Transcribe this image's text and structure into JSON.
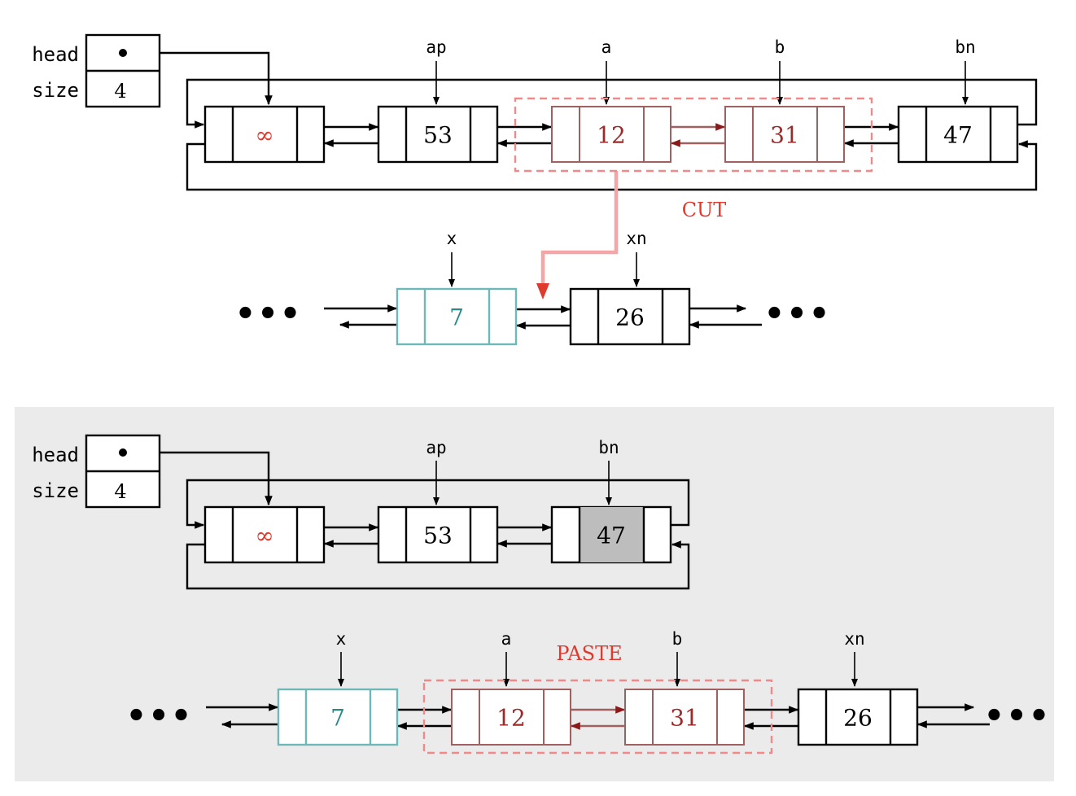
{
  "colors": {
    "black": "#000000",
    "cut_node": "#a06060",
    "cut_text": "#9b2b2b",
    "teal": "#6fb8b8",
    "teal_text": "#2a8a8a",
    "dash": "#ee8a8a",
    "label_red": "#e03a2e",
    "inf_red": "#e03a2e",
    "move_arrow": "#f4a6a6",
    "panel_bg": "#ebebeb",
    "highlight_fill": "#bdbdbd"
  },
  "top": {
    "header": {
      "head_label": "head",
      "size_label": "size",
      "size_value": "4"
    },
    "nodes": [
      {
        "id": "sentinel",
        "value": "∞",
        "pointer": ""
      },
      {
        "id": "ap",
        "value": "53",
        "pointer": "ap"
      },
      {
        "id": "a",
        "value": "12",
        "pointer": "a"
      },
      {
        "id": "b",
        "value": "31",
        "pointer": "b"
      },
      {
        "id": "bn",
        "value": "47",
        "pointer": "bn"
      }
    ],
    "cut_label": "CUT",
    "target": {
      "nodes": [
        {
          "id": "x",
          "value": "7",
          "pointer": "x"
        },
        {
          "id": "xn",
          "value": "26",
          "pointer": "xn"
        }
      ],
      "ellipsis_left": "•••",
      "ellipsis_right": "•••"
    }
  },
  "bottom": {
    "header": {
      "head_label": "head",
      "size_label": "size",
      "size_value": "4"
    },
    "nodes": [
      {
        "id": "sentinel",
        "value": "∞",
        "pointer": ""
      },
      {
        "id": "ap",
        "value": "53",
        "pointer": "ap"
      },
      {
        "id": "bn",
        "value": "47",
        "pointer": "bn"
      }
    ],
    "paste_label": "PASTE",
    "target": {
      "nodes": [
        {
          "id": "x",
          "value": "7",
          "pointer": "x"
        },
        {
          "id": "a",
          "value": "12",
          "pointer": "a"
        },
        {
          "id": "b",
          "value": "31",
          "pointer": "b"
        },
        {
          "id": "xn",
          "value": "26",
          "pointer": "xn"
        }
      ],
      "ellipsis_left": "•••",
      "ellipsis_right": "•••"
    }
  }
}
